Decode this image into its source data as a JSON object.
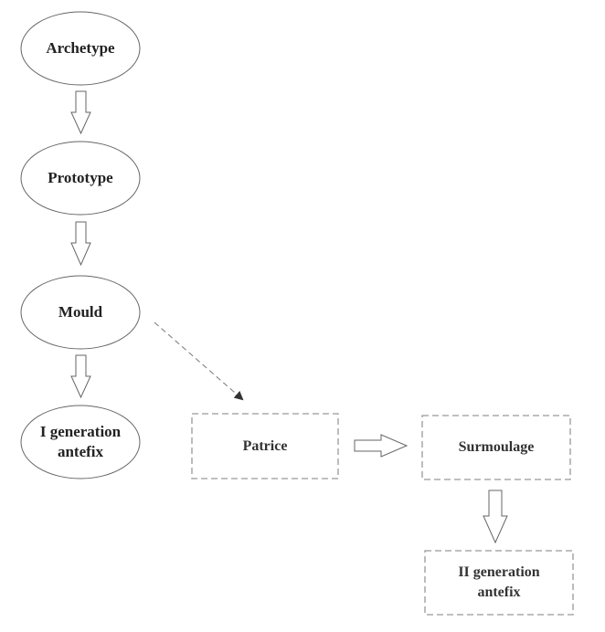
{
  "nodes": {
    "archetype": "Archetype",
    "prototype": "Prototype",
    "mould": "Mould",
    "first_generation": [
      "I generation",
      "antefix"
    ],
    "patrice": "Patrice",
    "surmoulage": "Surmoulage",
    "second_generation": [
      "II generation",
      "antefix"
    ]
  },
  "colors": {
    "stroke": "#555555",
    "dashed": "#888888",
    "text": "#222222"
  }
}
